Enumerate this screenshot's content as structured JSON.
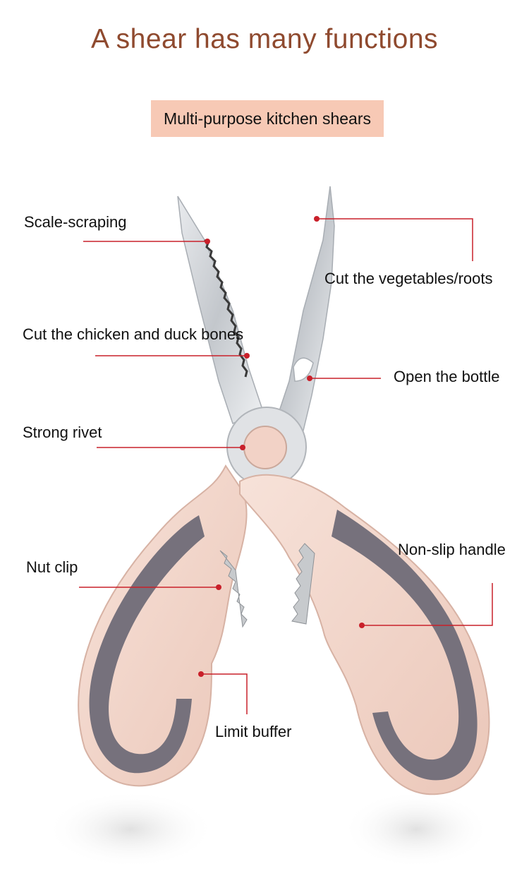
{
  "title": "A shear has many functions",
  "subtitle": "Multi-purpose kitchen shears",
  "colors": {
    "title": "#8f4a2f",
    "badge": "#f7c9b5",
    "leader": "#c9202a",
    "handle": "#f1d3c8",
    "grip": "#76717c",
    "blade": "#cfd2d6"
  },
  "features": {
    "scale_scraping": "Scale-scraping",
    "cut_vegetables": "Cut the vegetables/roots",
    "cut_bones": "Cut the chicken and duck bones",
    "open_bottle": "Open the bottle",
    "strong_rivet": "Strong rivet",
    "non_slip_handle": "Non-slip handle",
    "nut_clip": "Nut clip",
    "limit_buffer": "Limit buffer"
  }
}
